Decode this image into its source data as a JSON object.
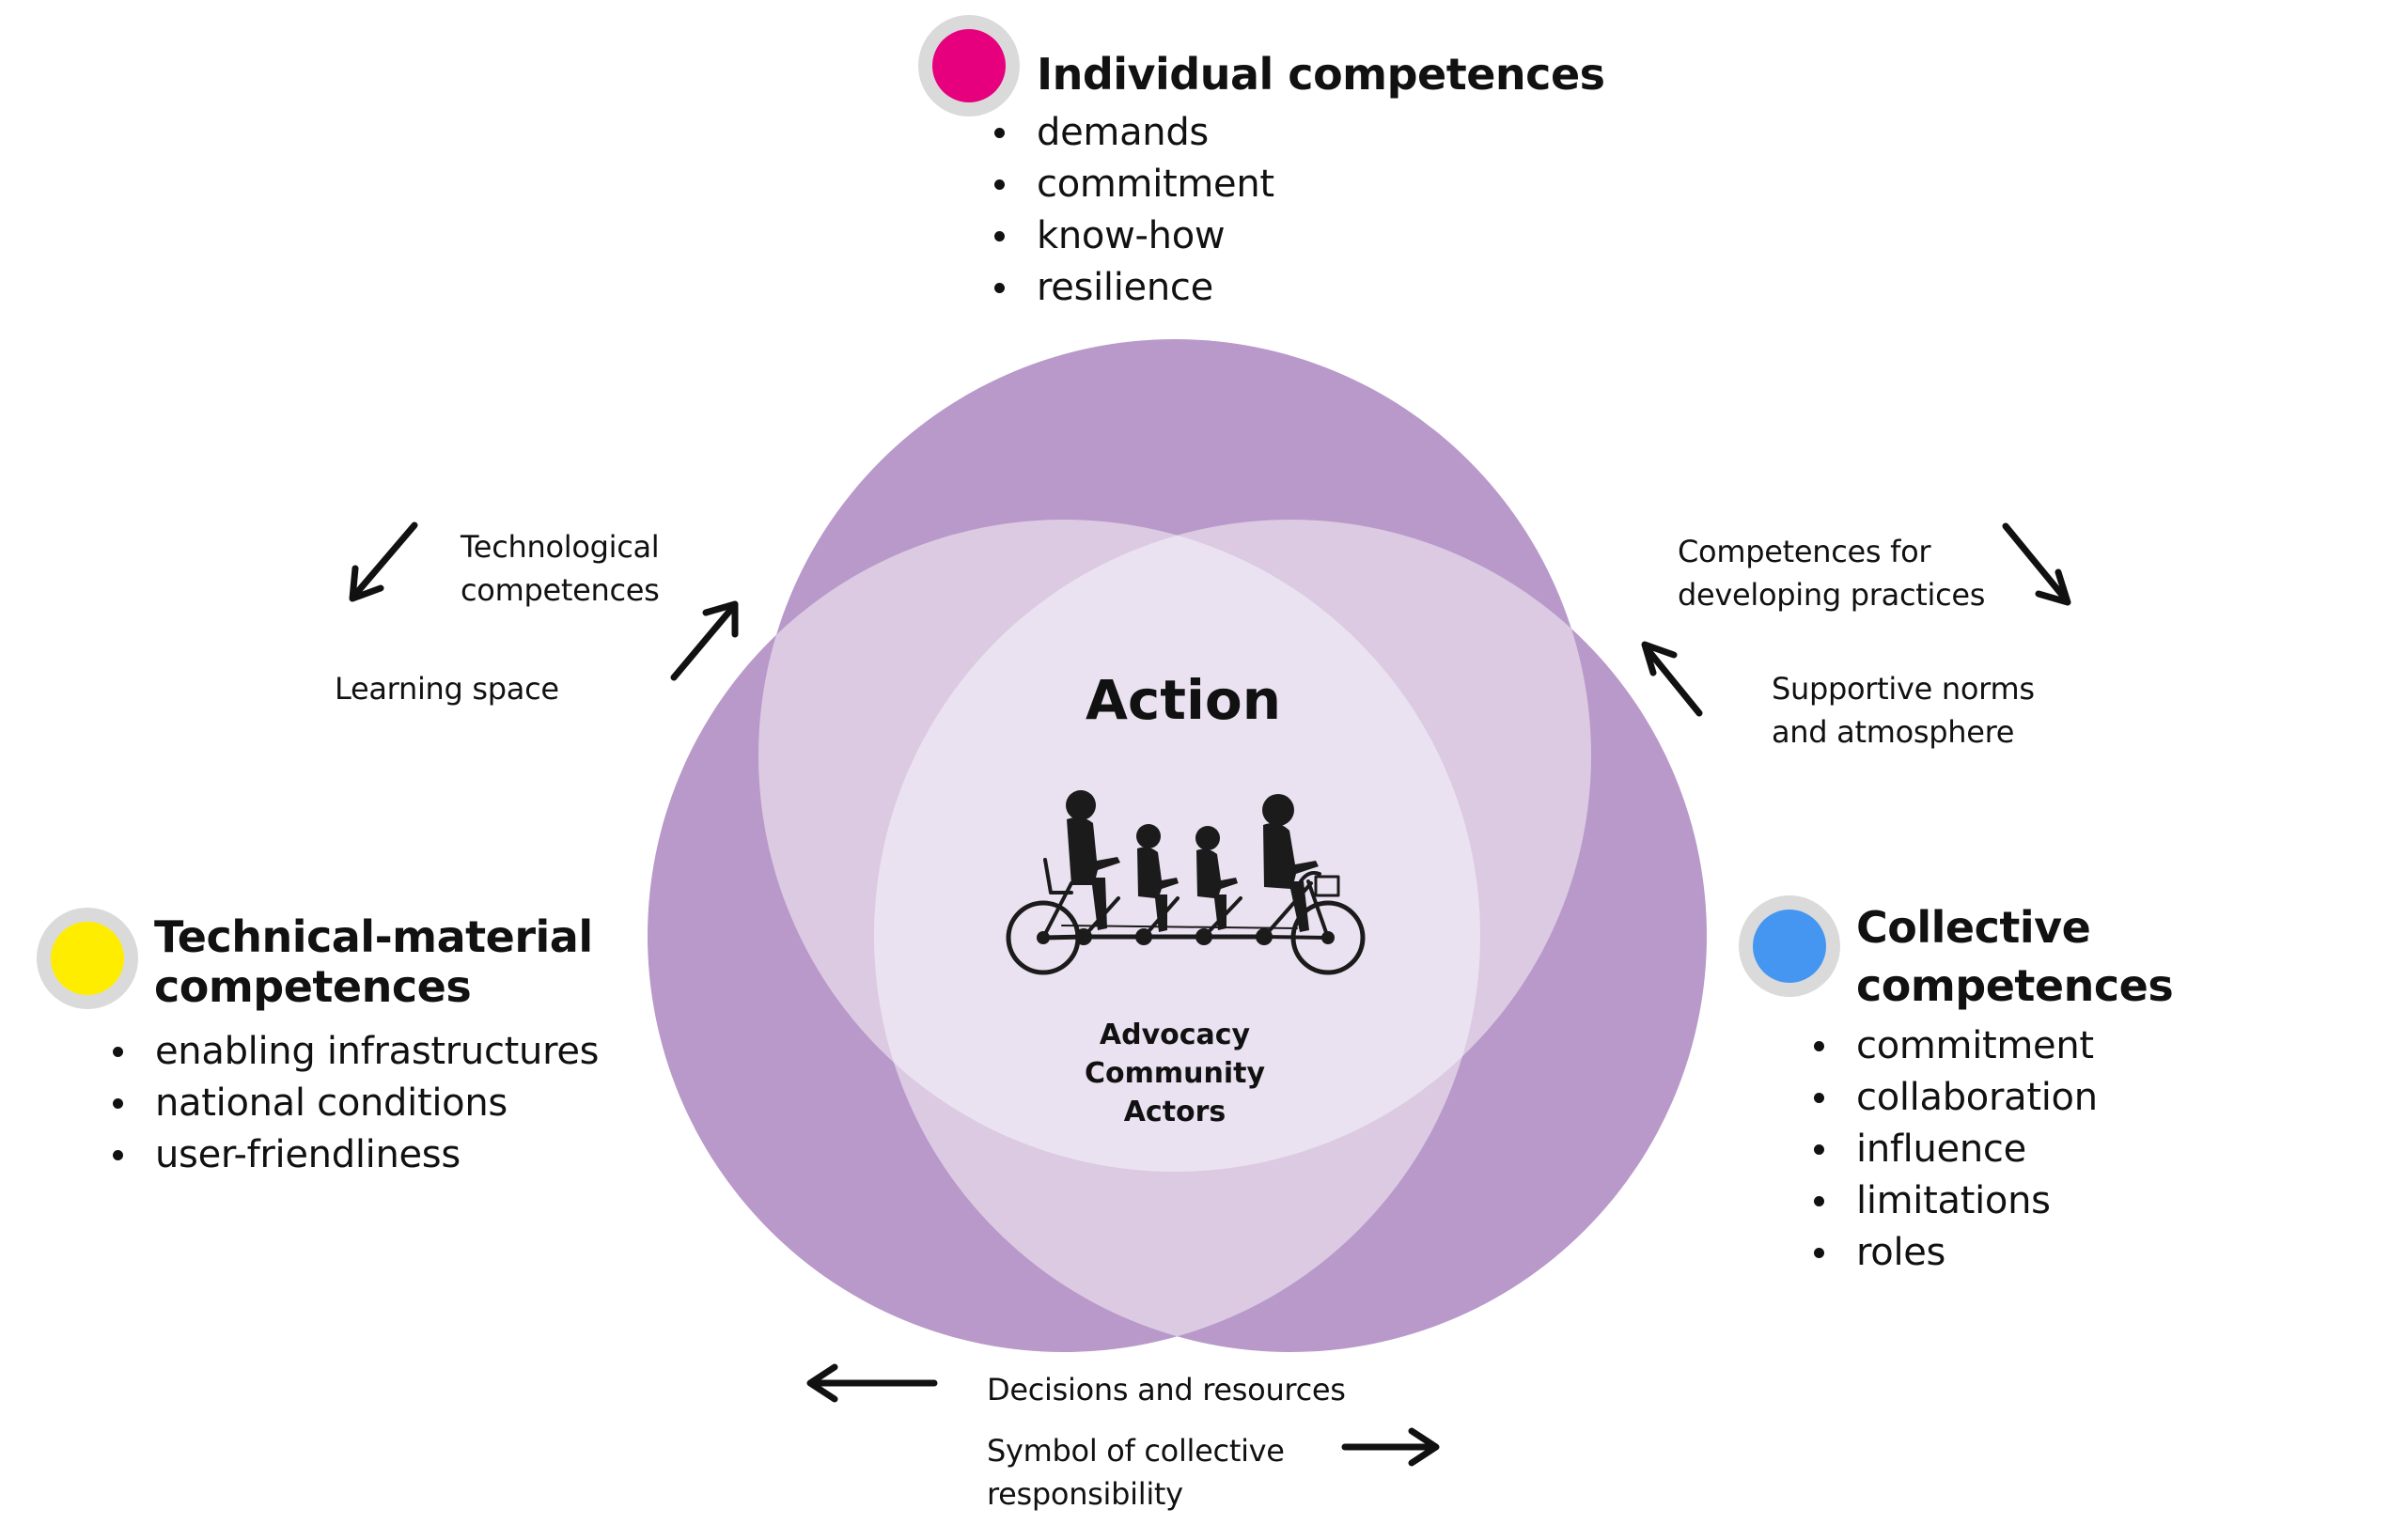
{
  "colors": {
    "outer_region": "#B899CA",
    "pair_overlap": "#DBCAE2",
    "core_overlap": "#EBE2F1",
    "ring_gray": "#DADADA",
    "individual": "#E6007E",
    "technical": "#FFED00",
    "collective": "#4596F0",
    "ink": "#111111"
  },
  "individual": {
    "title": "Individual competences",
    "items": [
      "demands",
      "commitment",
      "know-how",
      "resilience"
    ]
  },
  "technical": {
    "title_line1": "Technical-material",
    "title_line2": "competences",
    "items": [
      "enabling infrastructures",
      "national conditions",
      "user-friendliness"
    ]
  },
  "collective": {
    "title_line1": "Collective",
    "title_line2": "competences",
    "items": [
      "commitment",
      "collaboration",
      "influence",
      "limitations",
      "roles"
    ]
  },
  "center": {
    "title": "Action",
    "illustration": "tandem-bicycle-family-icon",
    "lines": [
      "Advocacy",
      "Community",
      "Actors"
    ]
  },
  "annotations": {
    "technological": [
      "Technological",
      "competences"
    ],
    "learning_space": "Learning space",
    "developing_practices": [
      "Competences for",
      "developing practices"
    ],
    "supportive_norms": [
      "Supportive norms",
      "and atmosphere"
    ],
    "decisions": "Decisions and resources",
    "symbol": [
      "Symbol of collective",
      "responsibility"
    ]
  },
  "arrows": [
    {
      "name": "arrow-technological-out",
      "direction": "down-left"
    },
    {
      "name": "arrow-learning-in",
      "direction": "up-right"
    },
    {
      "name": "arrow-practices-out",
      "direction": "down-right"
    },
    {
      "name": "arrow-norms-in",
      "direction": "up-left"
    },
    {
      "name": "arrow-decisions-out",
      "direction": "left"
    },
    {
      "name": "arrow-symbol-out",
      "direction": "right"
    }
  ]
}
